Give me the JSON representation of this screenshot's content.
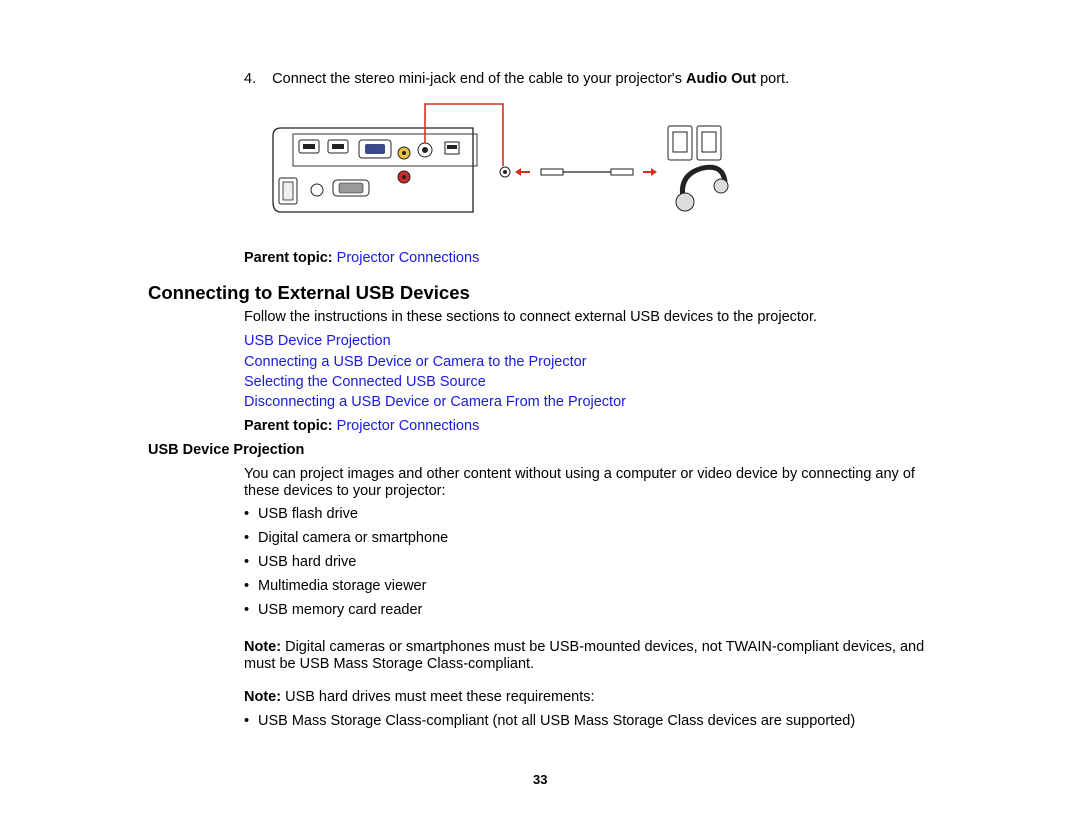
{
  "step4": {
    "number": "4.",
    "text_before": "Connect the stereo mini-jack end of the cable to your projector's ",
    "bold": "Audio Out",
    "text_after": " port."
  },
  "parent_topic_1": {
    "label": "Parent topic:",
    "link": "Projector Connections"
  },
  "section": {
    "heading": "Connecting to External USB Devices",
    "intro": "Follow the instructions in these sections to connect external USB devices to the projector.",
    "links": [
      "USB Device Projection",
      "Connecting a USB Device or Camera to the Projector",
      "Selecting the Connected USB Source",
      "Disconnecting a USB Device or Camera From the Projector"
    ]
  },
  "parent_topic_2": {
    "label": "Parent topic:",
    "link": "Projector Connections"
  },
  "subsection": {
    "heading": "USB Device Projection",
    "paragraph": "You can project images and other content without using a computer or video device by connecting any of these devices to your projector:",
    "items": [
      "USB flash drive",
      "Digital camera or smartphone",
      "USB hard drive",
      "Multimedia storage viewer",
      "USB memory card reader"
    ],
    "bullet": "•"
  },
  "note1": {
    "label": "Note:",
    "text": " Digital cameras or smartphones must be USB-mounted devices, not TWAIN-compliant devices, and must be USB Mass Storage Class-compliant."
  },
  "note2": {
    "label": "Note:",
    "text": " USB hard drives must meet these requirements:"
  },
  "note2_items": [
    "USB Mass Storage Class-compliant (not all USB Mass Storage Class devices are supported)"
  ],
  "page_number": "33",
  "colors": {
    "link": "#1a1adb",
    "callout": "#d9301e"
  }
}
